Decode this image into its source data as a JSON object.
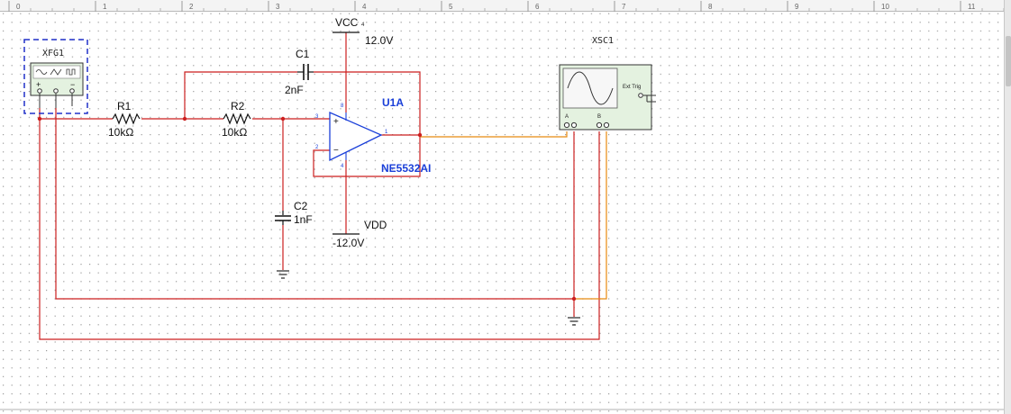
{
  "ruler": {
    "ticks": [
      "0",
      "1",
      "2",
      "3",
      "4",
      "5",
      "6",
      "7",
      "8",
      "9",
      "10",
      "11"
    ]
  },
  "colors": {
    "wire": "#cc1f1f",
    "scope_wire": "#e88a10",
    "opamp": "#1a3fd9",
    "selection": "#2030c8",
    "grid_dot": "#9a9a9a",
    "scope_body": "#e4f2e0"
  },
  "components": {
    "xfg1": {
      "ref": "XFG1",
      "pins": [
        "+",
        "",
        "−"
      ]
    },
    "r1": {
      "ref": "R1",
      "value": "10kΩ"
    },
    "r2": {
      "ref": "R2",
      "value": "10kΩ"
    },
    "c1": {
      "ref": "C1",
      "value": "2nF"
    },
    "c2": {
      "ref": "C2",
      "value": "1nF"
    },
    "u1a": {
      "ref": "U1A",
      "part": "NE5532AI",
      "pin_in_pos": "3",
      "pin_in_neg": "2",
      "pin_out": "1",
      "pin_vcc": "8",
      "pin_vee": "4"
    },
    "vcc": {
      "label": "VCC",
      "voltage": "12.0V",
      "pin": "4"
    },
    "vdd": {
      "label": "VDD",
      "voltage": "-12.0V"
    },
    "xsc1": {
      "ref": "XSC1",
      "ext_trig": "Ext Trig",
      "channel_a": "A",
      "channel_b": "B"
    }
  }
}
